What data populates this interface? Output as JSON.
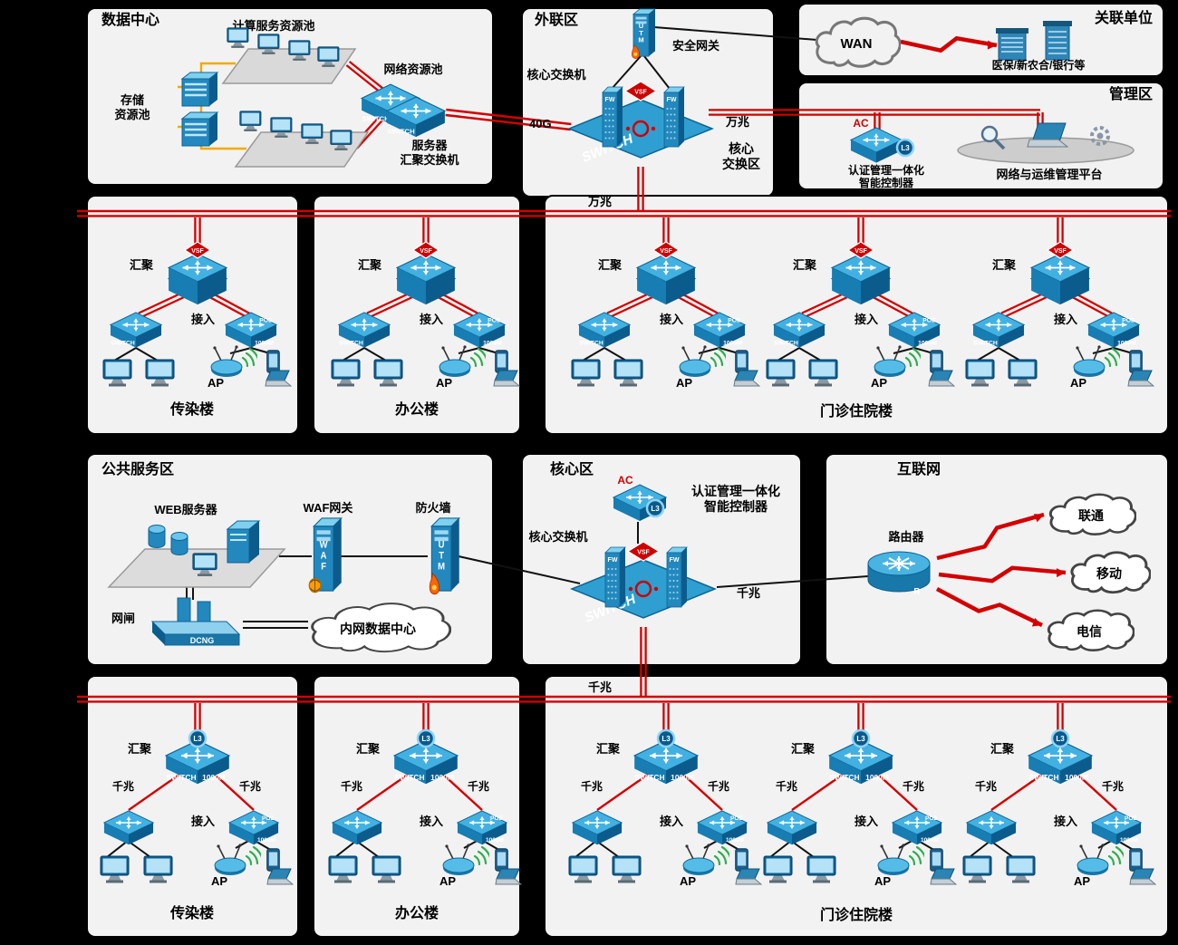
{
  "colors": {
    "red": "#d40000",
    "black": "#111111",
    "blue": "#2e9fd0",
    "orange": "#f5a800",
    "panel_bg": "#f2f2f2"
  },
  "data_center": {
    "title": "数据中心",
    "compute_pool": "计算服务资源池",
    "network_pool": "网络资源池",
    "storage_pool_line1": "存储",
    "storage_pool_line2": "资源池",
    "server_agg_line1": "服务器",
    "server_agg_line2": "汇聚交换机",
    "switch": "SWITCH"
  },
  "external_zone": {
    "title": "外联区",
    "security_gateway": "安全网关",
    "core_switch": "核心交换机",
    "link_40g": "40G",
    "link_10g": "万兆",
    "core_area_line1": "核心",
    "core_area_line2": "交换区",
    "utm": "UTM",
    "fw": "FW",
    "vsf": "VSF",
    "switch": "SWITCH"
  },
  "partners": {
    "title": "关联单位",
    "wan": "WAN",
    "members": "医保/新农合/银行等"
  },
  "management": {
    "title": "管理区",
    "controller_line1": "认证管理一体化",
    "controller_line2": "智能控制器",
    "platform": "网络与运维管理平台",
    "ac": "AC",
    "l3": "L3"
  },
  "backbone_top": "万兆",
  "backbone_bottom": "千兆",
  "row1": {
    "agg": "汇聚",
    "access": "接入",
    "ap": "AP",
    "switch": "SWITCH",
    "poe": "POE",
    "m1000": "1000M",
    "vsf": "VSF",
    "buildings": [
      "传染楼",
      "办公楼",
      "门诊住院楼"
    ]
  },
  "public_zone": {
    "title": "公共服务区",
    "web_server": "WEB服务器",
    "waf_gw": "WAF网关",
    "firewall": "防火墙",
    "gate": "网闸",
    "dcng": "DCNG",
    "intranet_dc": "内网数据中心",
    "waf": "WAF",
    "utm": "UTM"
  },
  "core_zone": {
    "title": "核心区",
    "controller_line1": "认证管理一体化",
    "controller_line2": "智能控制器",
    "core_switch": "核心交换机",
    "gig": "千兆",
    "ac": "AC",
    "l3": "L3",
    "fw": "FW",
    "vsf": "VSF",
    "switch": "SWITCH"
  },
  "internet": {
    "title": "互联网",
    "router": "路由器",
    "r": "R",
    "isps": [
      "联通",
      "移动",
      "电信"
    ]
  },
  "row2": {
    "agg": "汇聚",
    "access": "接入",
    "ap": "AP",
    "gig": "千兆",
    "swit​ch": "SWITCH",
    "switch": "SWITCH",
    "m1000": "1000M",
    "l3": "L3",
    "poe": "POE",
    "buildings": [
      "传染楼",
      "办公楼",
      "门诊住院楼"
    ]
  }
}
